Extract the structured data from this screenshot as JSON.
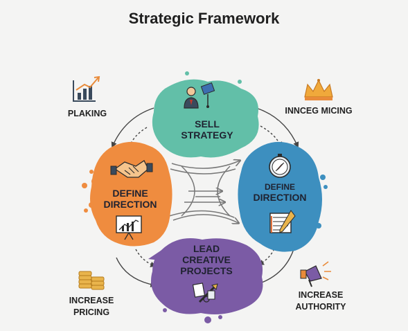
{
  "title": "Strategic Framework",
  "hubs": {
    "top": {
      "lines": [
        "SELL",
        "STRATEGY"
      ],
      "color": "#62bfa8",
      "icon": "business-people-icon"
    },
    "left": {
      "lines": [
        "DEFINE",
        "DIRECTION"
      ],
      "color": "#ef8c3f",
      "icon": "handshake-icon",
      "icon2": "presentation-chart-icon"
    },
    "right": {
      "lines": [
        "DEFINE",
        "DIRECTION"
      ],
      "color": "#3d8fbf",
      "icon": "compass-icon",
      "icon2": "checklist-icon"
    },
    "bottom": {
      "lines": [
        "LEAD",
        "CREATIVE",
        "PROJECTS"
      ],
      "color": "#7b5ba5",
      "icon": "tools-icon"
    }
  },
  "corners": {
    "top_left": {
      "lines": [
        "PLAKING"
      ],
      "icon": "growth-chart-icon"
    },
    "top_right": {
      "lines": [
        "INNCEG MICING"
      ],
      "icon": "crown-icon"
    },
    "bottom_left": {
      "lines": [
        "INCREASE",
        "PRICING"
      ],
      "icon": "coins-icon"
    },
    "bottom_right": {
      "lines": [
        "INCREASE",
        "AUTHORITY"
      ],
      "icon": "megaphone-icon"
    }
  }
}
